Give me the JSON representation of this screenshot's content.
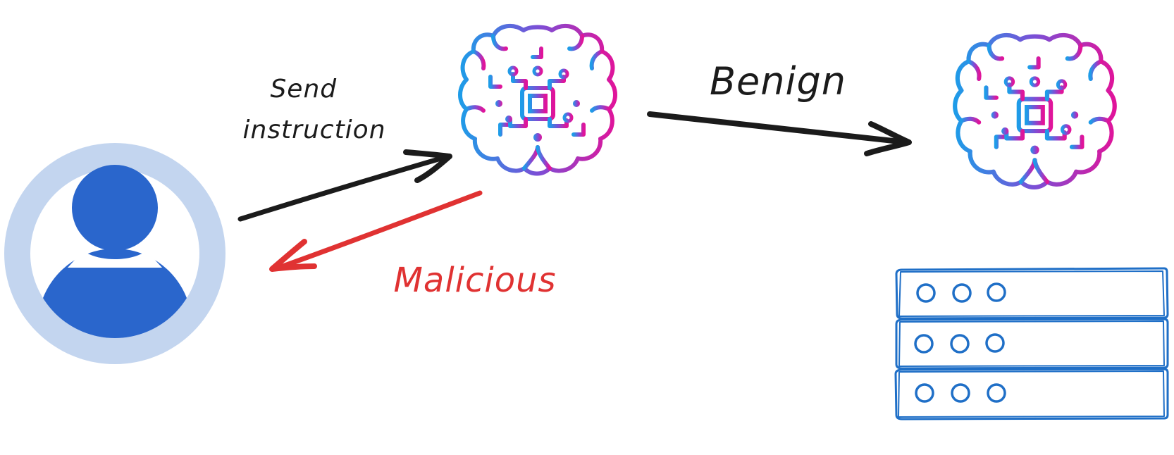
{
  "labels": {
    "send_instruction": [
      "Send",
      "instruction"
    ],
    "benign": "Benign",
    "malicious": "Malicious"
  },
  "icons": {
    "user": "user-avatar-icon",
    "model_filter": "ai-brain-chip-icon",
    "model_target": "ai-brain-chip-icon",
    "server": "server-rack-icon"
  },
  "colors": {
    "user_fill": "#2a66cc",
    "user_ring": "#c3d5ef",
    "arrow_dark": "#1b1b1b",
    "arrow_malicious": "#e03232",
    "text_malicious": "#e03232",
    "server_stroke": "#1f6fc7",
    "brain_gradient": [
      "#1e9ce8",
      "#7b4fd6",
      "#e0149a"
    ]
  }
}
